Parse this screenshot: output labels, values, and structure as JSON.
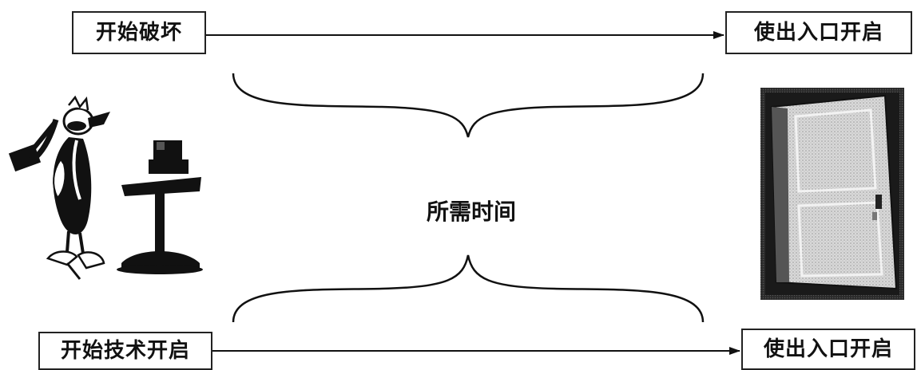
{
  "diagram": {
    "top_start_label": "开始破坏",
    "top_end_label": "使出入口开启",
    "bottom_start_label": "开始技术开启",
    "bottom_end_label": "使出入口开启",
    "center_label": "所需时间"
  },
  "icons": {
    "attacker": "duck-with-hammer-icon",
    "tool": "lectern-stand-icon",
    "door": "open-door-icon"
  }
}
